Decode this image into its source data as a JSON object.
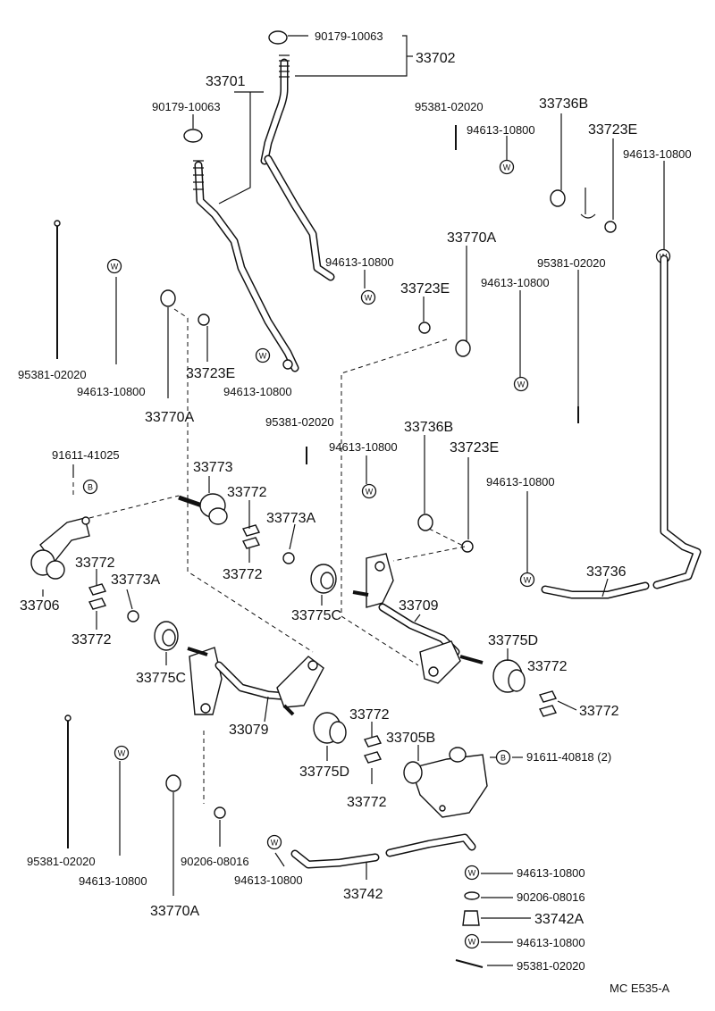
{
  "labels": {
    "p33702": "33702",
    "p90179_a": "90179-10063",
    "p33701": "33701",
    "p90179_b": "90179-10063",
    "p95381_tr": "95381-02020",
    "p33736b_tr": "33736B",
    "p94613_tr1": "94613-10800",
    "p33723e_tr": "33723E",
    "p94613_tr2": "94613-10800",
    "p33770a_mid": "33770A",
    "p94613_mid1": "94613-10800",
    "p33723e_mid": "33723E",
    "p95381_mid": "95381-02020",
    "p94613_mid2": "94613-10800",
    "p95381_left": "95381-02020",
    "p94613_left": "94613-10800",
    "p33723e_left": "33723E",
    "p94613_left2": "94613-10800",
    "p33770a_left": "33770A",
    "p95381_c": "95381-02020",
    "p33736b_c": "33736B",
    "p94613_c": "94613-10800",
    "p33723e_c": "33723E",
    "p91611_41025": "91611-41025",
    "p33773": "33773",
    "p33772_a": "33772",
    "p33773a_a": "33773A",
    "p33772_b": "33772",
    "p94613_r": "94613-10800",
    "p33772_c": "33772",
    "p33773a_b": "33773A",
    "p33706": "33706",
    "p33772_d": "33772",
    "p33775c_a": "33775C",
    "p33709": "33709",
    "p33736": "33736",
    "p33775d_a": "33775D",
    "p33772_e": "33772",
    "p33775c_b": "33775C",
    "p33772_f": "33772",
    "p33079": "33079",
    "p33772_g": "33772",
    "p33705b": "33705B",
    "p91611_40818": "91611-40818 (2)",
    "p33775d_b": "33775D",
    "p33772_h": "33772",
    "p95381_bl": "95381-02020",
    "p94613_bl": "94613-10800",
    "p90206_bl": "90206-08016",
    "p94613_bm": "94613-10800",
    "p33742": "33742",
    "p33770a_b": "33770A",
    "p94613_br1": "94613-10800",
    "p90206_br": "90206-08016",
    "p33742a": "33742A",
    "p94613_br2": "94613-10800",
    "p95381_br": "95381-02020",
    "code": "MC  E535-A"
  },
  "symbols": {
    "washer": "W",
    "bolt": "B"
  }
}
